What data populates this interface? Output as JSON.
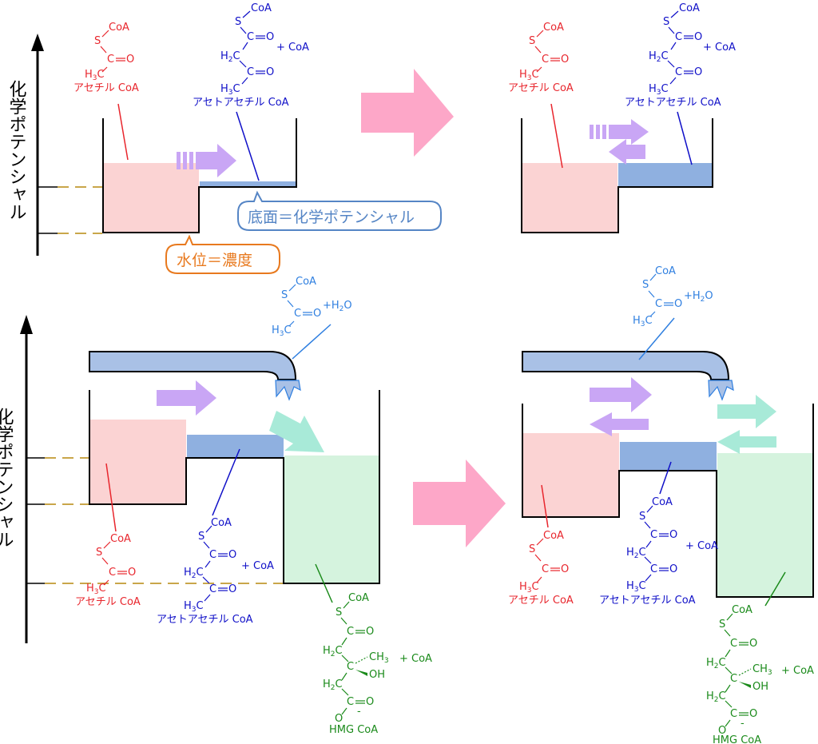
{
  "axis_label": "化学ポテンシャル",
  "callouts": {
    "level": "水位＝濃度",
    "floor": "底面＝化学ポテンシャル"
  },
  "molecules": {
    "acetyl_coa": {
      "name": "アセチル CoA",
      "coa": "CoA",
      "s": "S",
      "c": "C",
      "o": "O",
      "h3c": "H",
      "h3c_sub": "3",
      "h3c_c": "C"
    },
    "acetoacetyl_coa": {
      "name": "アセトアセチル CoA",
      "coa": "CoA",
      "s": "S",
      "c": "C",
      "o": "O",
      "h2c": "H",
      "h2c_sub": "2",
      "h2c_c": "C",
      "h3c": "H",
      "h3c_sub": "3",
      "h3c_c": "C",
      "plus_coa": "+ CoA"
    },
    "hmg_coa": {
      "name": "HMG CoA",
      "coa": "CoA",
      "s": "S",
      "c": "C",
      "o": "O",
      "ch3": "CH",
      "ch3_sub": "3",
      "oh": "OH",
      "h2c": "H",
      "h2c_sub": "2",
      "h2c_c": "C",
      "o_minus": "O",
      "minus": "-",
      "plus_coa": "+ CoA"
    },
    "acetyl_water": {
      "coa": "CoA",
      "s": "S",
      "c": "C",
      "o": "O",
      "plus_h2o": "+H",
      "h2o_sub": "2",
      "h2o_o": "O",
      "h3c": "H",
      "h3c_sub": "3",
      "h3c_c": "C"
    }
  },
  "colors": {
    "acetyl": "#e8262d",
    "acetoacetyl": "#1010c8",
    "hmg": "#1a8a1a",
    "water": "#2f7fe0",
    "callout_level": "#e8791e",
    "callout_floor": "#5585c5",
    "pink_fill": "#fbd3d3",
    "blue_fill": "#8fb0e0",
    "green_fill": "#d5f3de",
    "pipe_fill": "#a9c1e6",
    "purple_arrow": "#c9a6f5",
    "teal_arrow": "#a8ead8",
    "pink_arrow": "#fda7c8"
  }
}
